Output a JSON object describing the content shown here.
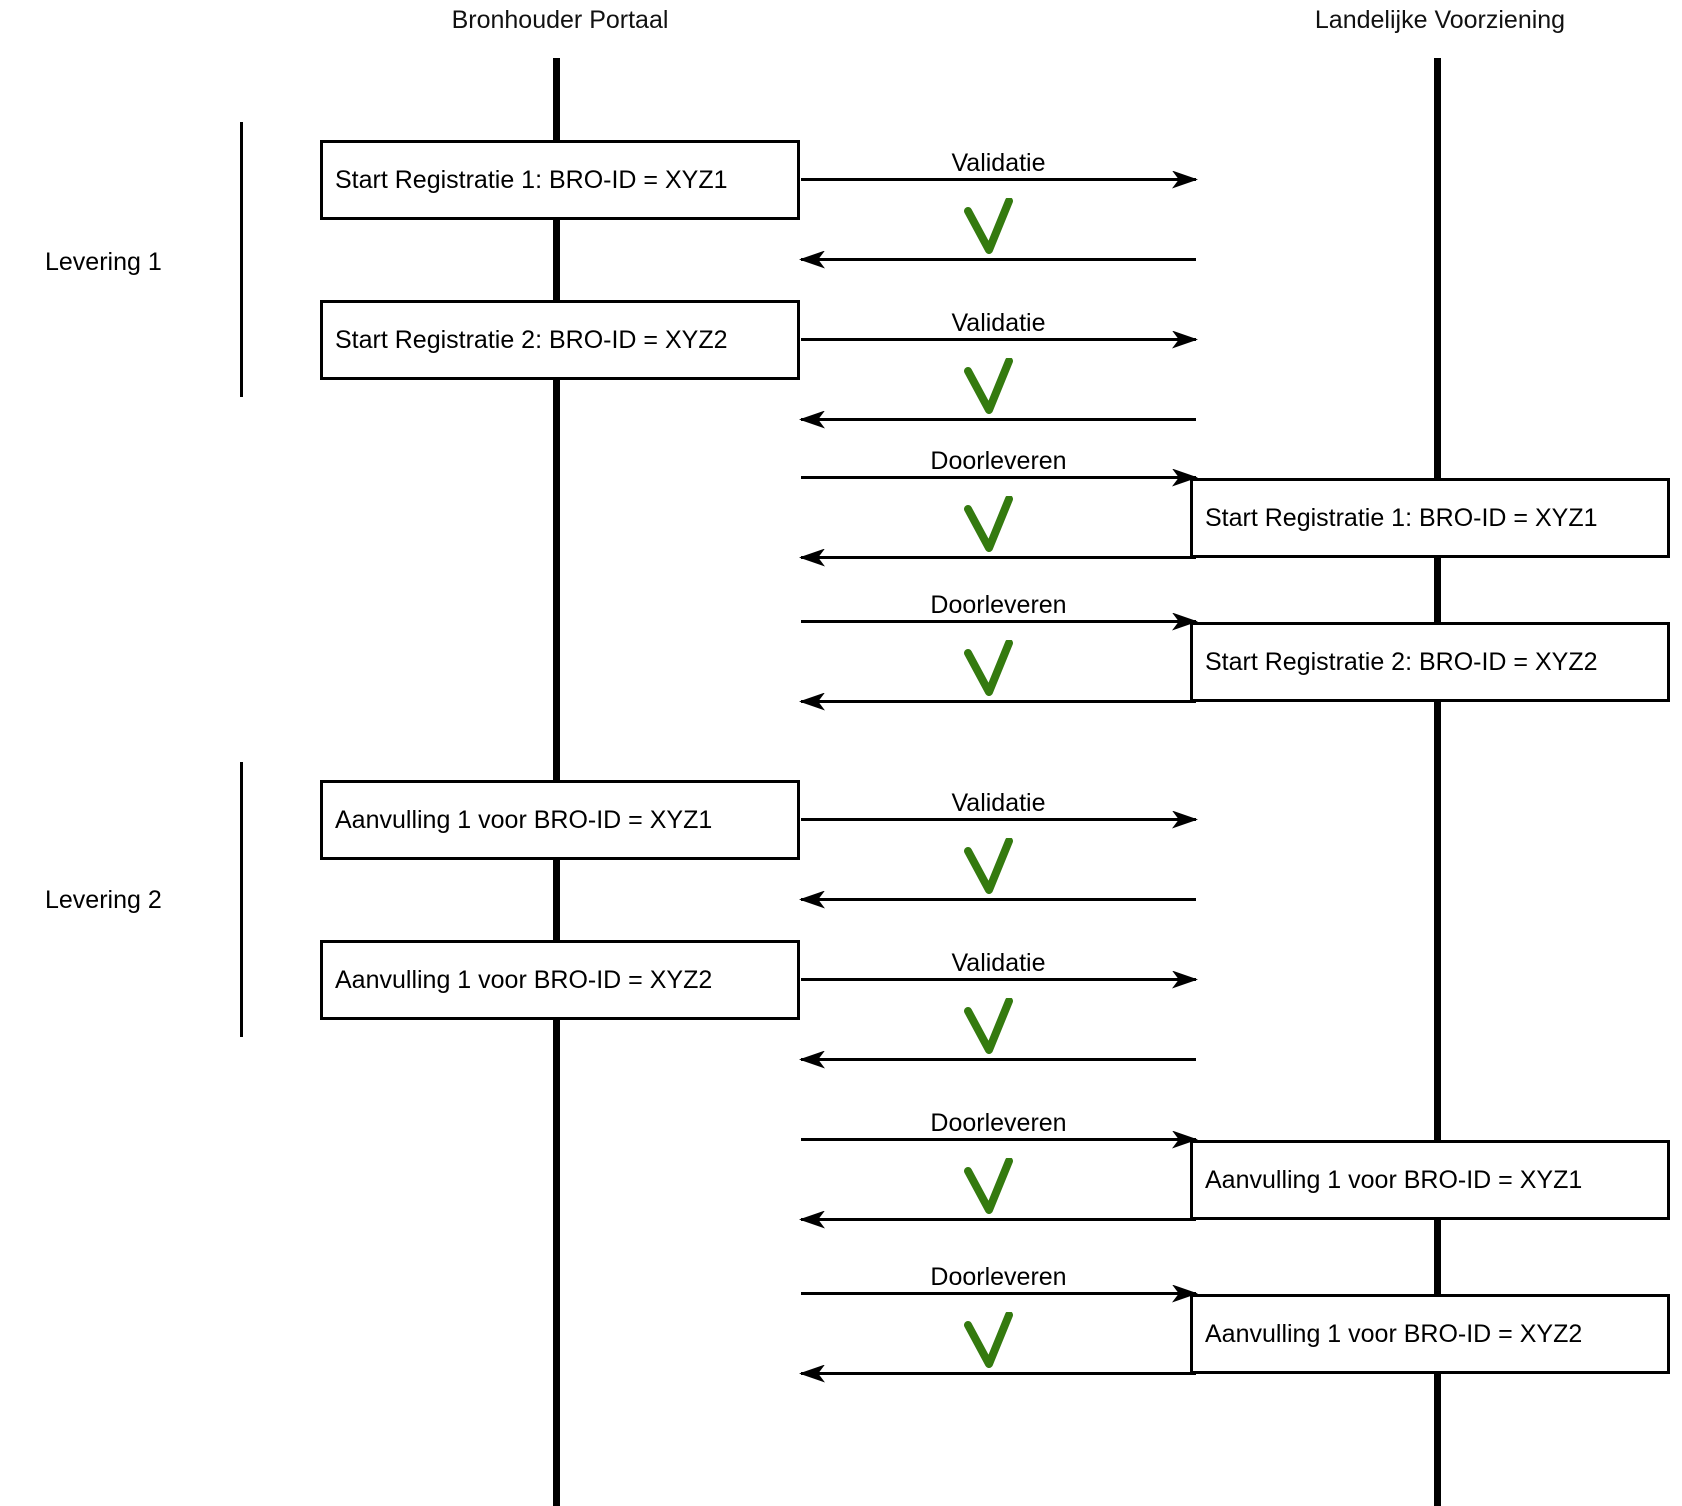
{
  "diagram": {
    "type": "sequence-diagram",
    "actors": [
      {
        "label": "Bronhouder Portaal"
      },
      {
        "label": "Landelijke Voorziening"
      }
    ],
    "deliveries": [
      {
        "label": "Levering 1"
      },
      {
        "label": "Levering 2"
      }
    ],
    "colors": {
      "check_green": "#347a0f",
      "line_black": "#000000"
    },
    "icons": {
      "result_icon": "green-check"
    },
    "messages": [
      {
        "arrow_label": "Validatie",
        "box_text": "Start Registratie 1: BRO-ID = XYZ1",
        "box_side": "left",
        "result": "success"
      },
      {
        "arrow_label": "Validatie",
        "box_text": "Start Registratie 2: BRO-ID = XYZ2",
        "box_side": "left",
        "result": "success"
      },
      {
        "arrow_label": "Doorleveren",
        "box_text": "Start Registratie 1: BRO-ID = XYZ1",
        "box_side": "right",
        "result": "success"
      },
      {
        "arrow_label": "Doorleveren",
        "box_text": "Start Registratie 2: BRO-ID = XYZ2",
        "box_side": "right",
        "result": "success"
      },
      {
        "arrow_label": "Validatie",
        "box_text": "Aanvulling 1 voor BRO-ID = XYZ1",
        "box_side": "left",
        "result": "success"
      },
      {
        "arrow_label": "Validatie",
        "box_text": "Aanvulling 1 voor BRO-ID = XYZ2",
        "box_side": "left",
        "result": "success"
      },
      {
        "arrow_label": "Doorleveren",
        "box_text": "Aanvulling 1 voor BRO-ID = XYZ1",
        "box_side": "right",
        "result": "success"
      },
      {
        "arrow_label": "Doorleveren",
        "box_text": "Aanvulling 1 voor BRO-ID = XYZ2",
        "box_side": "right",
        "result": "success"
      }
    ]
  }
}
